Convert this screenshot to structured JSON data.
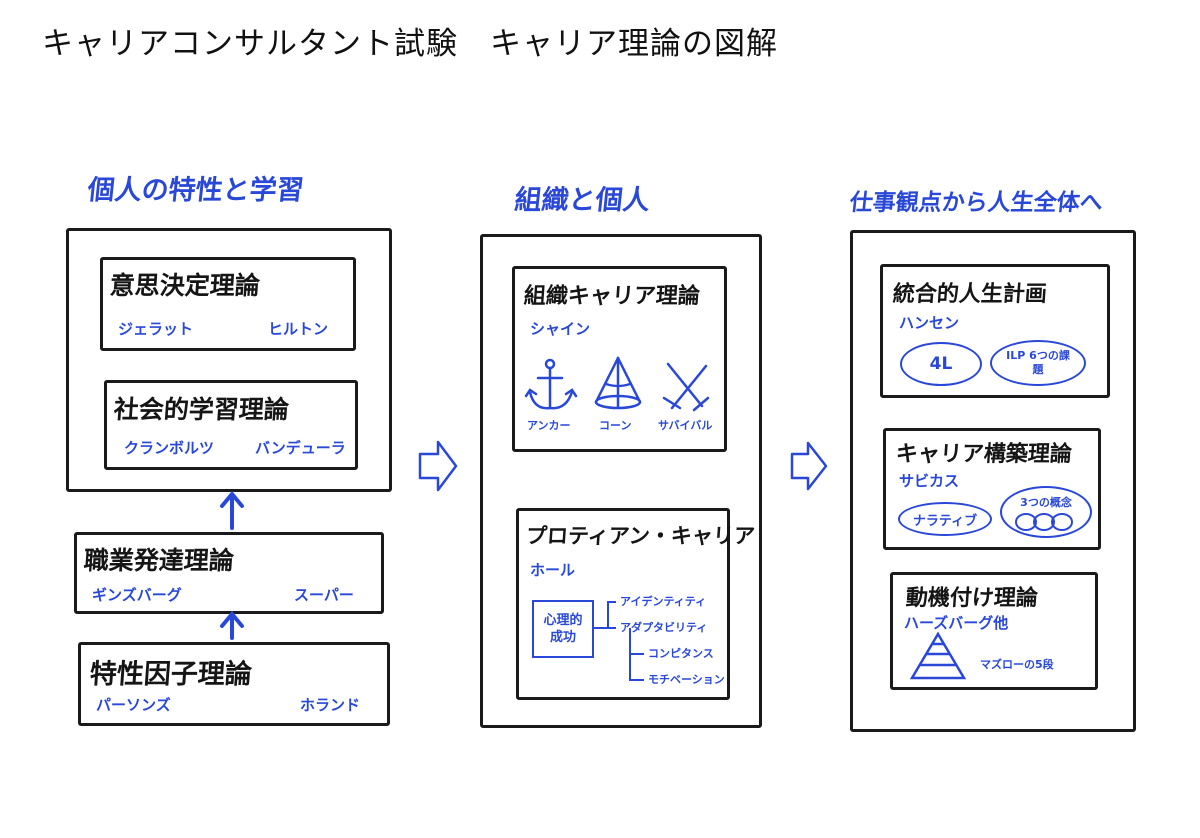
{
  "title": "キャリアコンサルタント試験　キャリア理論の図解",
  "columns": [
    {
      "heading": "個人の特性と学習",
      "boxes": [
        {
          "title": "意思決定理論",
          "names": [
            "ジェラット",
            "ヒルトン"
          ]
        },
        {
          "title": "社会的学習理論",
          "names": [
            "クランボルツ",
            "バンデューラ"
          ]
        },
        {
          "title": "職業発達理論",
          "names": [
            "ギンズバーグ",
            "スーパー"
          ]
        },
        {
          "title": "特性因子理論",
          "names": [
            "パーソンズ",
            "ホランド"
          ]
        }
      ]
    },
    {
      "heading": "組織と個人",
      "boxes": [
        {
          "title": "組織キャリア理論",
          "names": [
            "シャイン"
          ],
          "icons": [
            "アンカー",
            "コーン",
            "サバイバル"
          ]
        },
        {
          "title": "プロティアン・キャリア",
          "names": [
            "ホール"
          ],
          "center": "心理的成功",
          "branches": [
            "アイデンティティ",
            "アダプタビリティ",
            "コンピタンス",
            "モチベーション"
          ]
        }
      ]
    },
    {
      "heading": "仕事観点から人生全体へ",
      "boxes": [
        {
          "title": "統合的人生計画",
          "names": [
            "ハンセン"
          ],
          "ovals": [
            "4L",
            "ILP 6つの課題"
          ]
        },
        {
          "title": "キャリア構築理論",
          "names": [
            "サビカス"
          ],
          "ovals": [
            "ナラティブ",
            "3つの概念"
          ]
        },
        {
          "title": "動機付け理論",
          "names": [
            "ハーズバーグ他"
          ],
          "note": "マズローの5段"
        }
      ]
    }
  ],
  "colors": {
    "ink": "#1a1a1a",
    "accent": "#2a48d8"
  },
  "icons": [
    "anchor-icon",
    "cone-icon",
    "crossed-swords-icon",
    "pyramid-icon",
    "rings-icon",
    "up-arrow-icon",
    "right-arrow-icon"
  ]
}
